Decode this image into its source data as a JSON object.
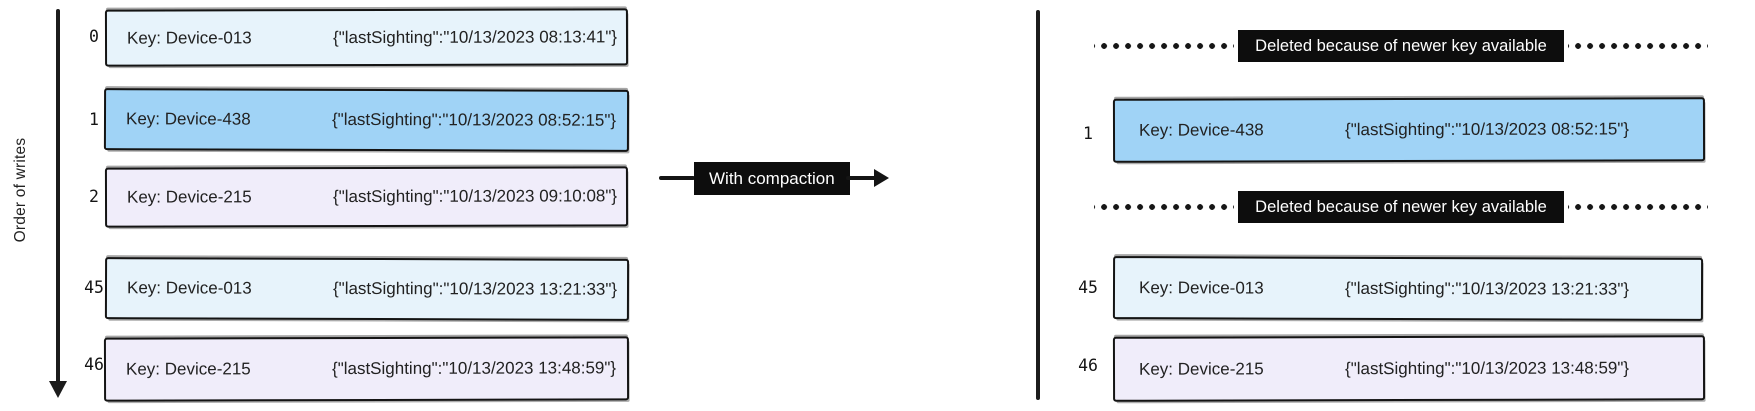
{
  "diagram_title": "log compaction before/after",
  "colors": {
    "entry_light_blue": "#e7f3fb",
    "entry_blue": "#a0d3f6",
    "entry_lavender": "#f0edfa",
    "stroke": "#141414",
    "label_bg": "#0d0d0d",
    "label_text": "#ffffff"
  },
  "left": {
    "axis_label": "Order of writes",
    "rows": [
      {
        "index": "0",
        "key": "Key: Device-013",
        "value": "{\"lastSighting\":\"10/13/2023 08:13:41\"}",
        "color": "light_blue"
      },
      {
        "index": "1",
        "key": "Key: Device-438",
        "value": "{\"lastSighting\":\"10/13/2023 08:52:15\"}",
        "color": "blue"
      },
      {
        "index": "2",
        "key": "Key: Device-215",
        "value": "{\"lastSighting\":\"10/13/2023 09:10:08\"}",
        "color": "lavender"
      },
      {
        "index": "45",
        "key": "Key: Device-013",
        "value": "{\"lastSighting\":\"10/13/2023 13:21:33\"}",
        "color": "light_blue"
      },
      {
        "index": "46",
        "key": "Key: Device-215",
        "value": "{\"lastSighting\":\"10/13/2023 13:48:59\"}",
        "color": "lavender"
      }
    ]
  },
  "transform": {
    "label": "With compaction"
  },
  "right": {
    "rows": [
      {
        "type": "deleted",
        "label": "Deleted because of newer key available"
      },
      {
        "type": "entry",
        "index": "1",
        "key": "Key: Device-438",
        "value": "{\"lastSighting\":\"10/13/2023 08:52:15\"}",
        "color": "blue"
      },
      {
        "type": "deleted",
        "label": "Deleted because of newer key available"
      },
      {
        "type": "entry",
        "index": "45",
        "key": "Key: Device-013",
        "value": "{\"lastSighting\":\"10/13/2023 13:21:33\"}",
        "color": "light_blue"
      },
      {
        "type": "entry",
        "index": "46",
        "key": "Key: Device-215",
        "value": "{\"lastSighting\":\"10/13/2023 13:48:59\"}",
        "color": "lavender"
      }
    ]
  }
}
